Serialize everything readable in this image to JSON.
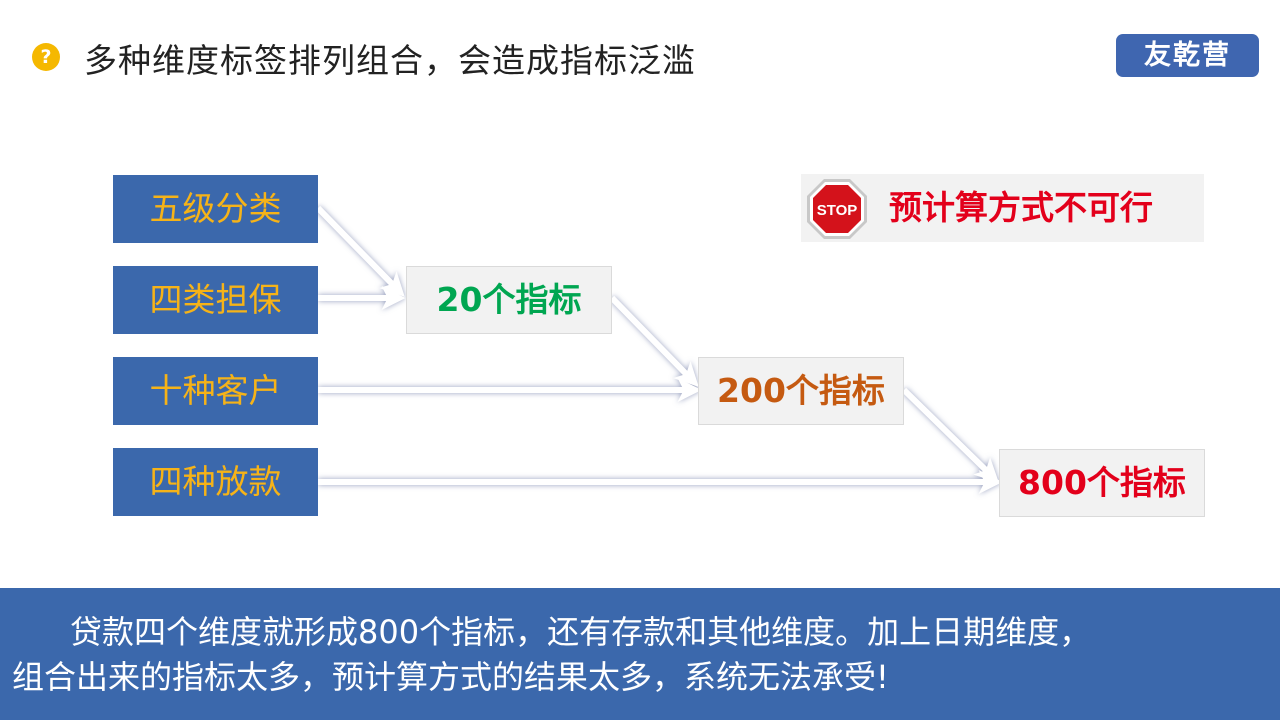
{
  "header": {
    "icon": "question-icon",
    "title": "多种维度标签排列组合，会造成指标泛滥",
    "logo_text": "友乾营"
  },
  "dimensions": [
    {
      "label": "五级分类"
    },
    {
      "label": "四类担保"
    },
    {
      "label": "十种客户"
    },
    {
      "label": "四种放款"
    }
  ],
  "metrics": [
    {
      "label": "20个指标",
      "color": "#00a651"
    },
    {
      "label": "200个指标",
      "color": "#c55a11"
    },
    {
      "label": "800个指标",
      "color": "#e3001b"
    }
  ],
  "stop_sign": {
    "sign_text": "STOP",
    "message": "预计算方式不可行"
  },
  "banner": {
    "line1": "贷款四个维度就形成800个指标，还有存款和其他维度。加上日期维度，",
    "line2": "组合出来的指标太多，预计算方式的结果太多，系统无法承受!"
  },
  "colors": {
    "box_blue": "#3b68ac",
    "dim_text": "#f6b318",
    "stop_red": "#e3001b"
  }
}
